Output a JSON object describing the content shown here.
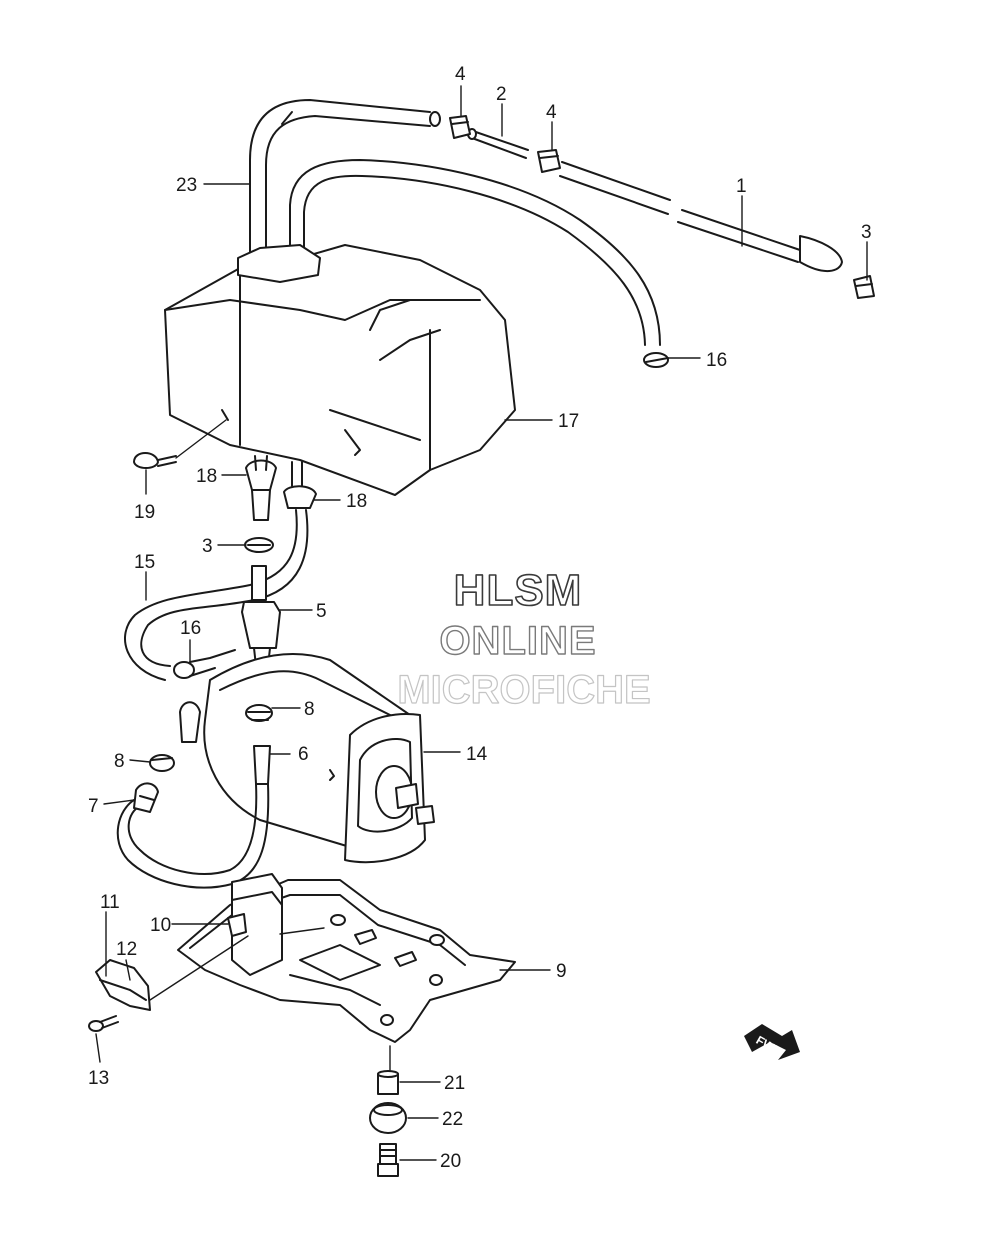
{
  "watermark": {
    "line1": "HLSM",
    "line2": "ONLINE",
    "line3": "MICROFICHE"
  },
  "fwd_label": "FWD",
  "callouts": [
    {
      "id": "1",
      "text": "1"
    },
    {
      "id": "2",
      "text": "2"
    },
    {
      "id": "3a",
      "text": "3"
    },
    {
      "id": "3b",
      "text": "3"
    },
    {
      "id": "4a",
      "text": "4"
    },
    {
      "id": "4b",
      "text": "4"
    },
    {
      "id": "5",
      "text": "5"
    },
    {
      "id": "6",
      "text": "6"
    },
    {
      "id": "7",
      "text": "7"
    },
    {
      "id": "8a",
      "text": "8"
    },
    {
      "id": "8b",
      "text": "8"
    },
    {
      "id": "9",
      "text": "9"
    },
    {
      "id": "10",
      "text": "10"
    },
    {
      "id": "11",
      "text": "11"
    },
    {
      "id": "12",
      "text": "12"
    },
    {
      "id": "13",
      "text": "13"
    },
    {
      "id": "14",
      "text": "14"
    },
    {
      "id": "15",
      "text": "15"
    },
    {
      "id": "16a",
      "text": "16"
    },
    {
      "id": "16b",
      "text": "16"
    },
    {
      "id": "17",
      "text": "17"
    },
    {
      "id": "18a",
      "text": "18"
    },
    {
      "id": "18b",
      "text": "18"
    },
    {
      "id": "19",
      "text": "19"
    },
    {
      "id": "20",
      "text": "20"
    },
    {
      "id": "21",
      "text": "21"
    },
    {
      "id": "22",
      "text": "22"
    },
    {
      "id": "23",
      "text": "23"
    }
  ]
}
